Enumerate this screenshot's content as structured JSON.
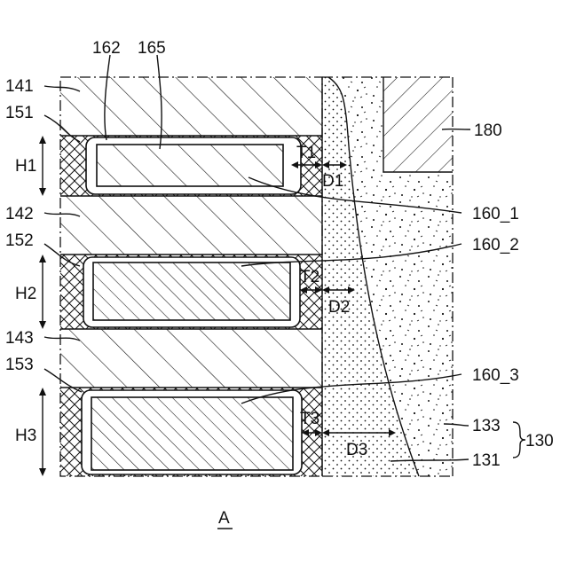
{
  "labels": {
    "l141": "141",
    "l151": "151",
    "l162": "162",
    "l165": "165",
    "lH1": "H1",
    "lT1": "T1",
    "lD1": "D1",
    "l142": "142",
    "l152": "152",
    "lH2": "H2",
    "lT2": "T2",
    "lD2": "D2",
    "l143": "143",
    "l153": "153",
    "lH3": "H3",
    "lT3": "T3",
    "lD3": "D3",
    "l180": "180",
    "l160_1": "160_1",
    "l160_2": "160_2",
    "l160_3": "160_3",
    "l133": "133",
    "l131": "131",
    "l130": "130"
  },
  "caption": "A"
}
